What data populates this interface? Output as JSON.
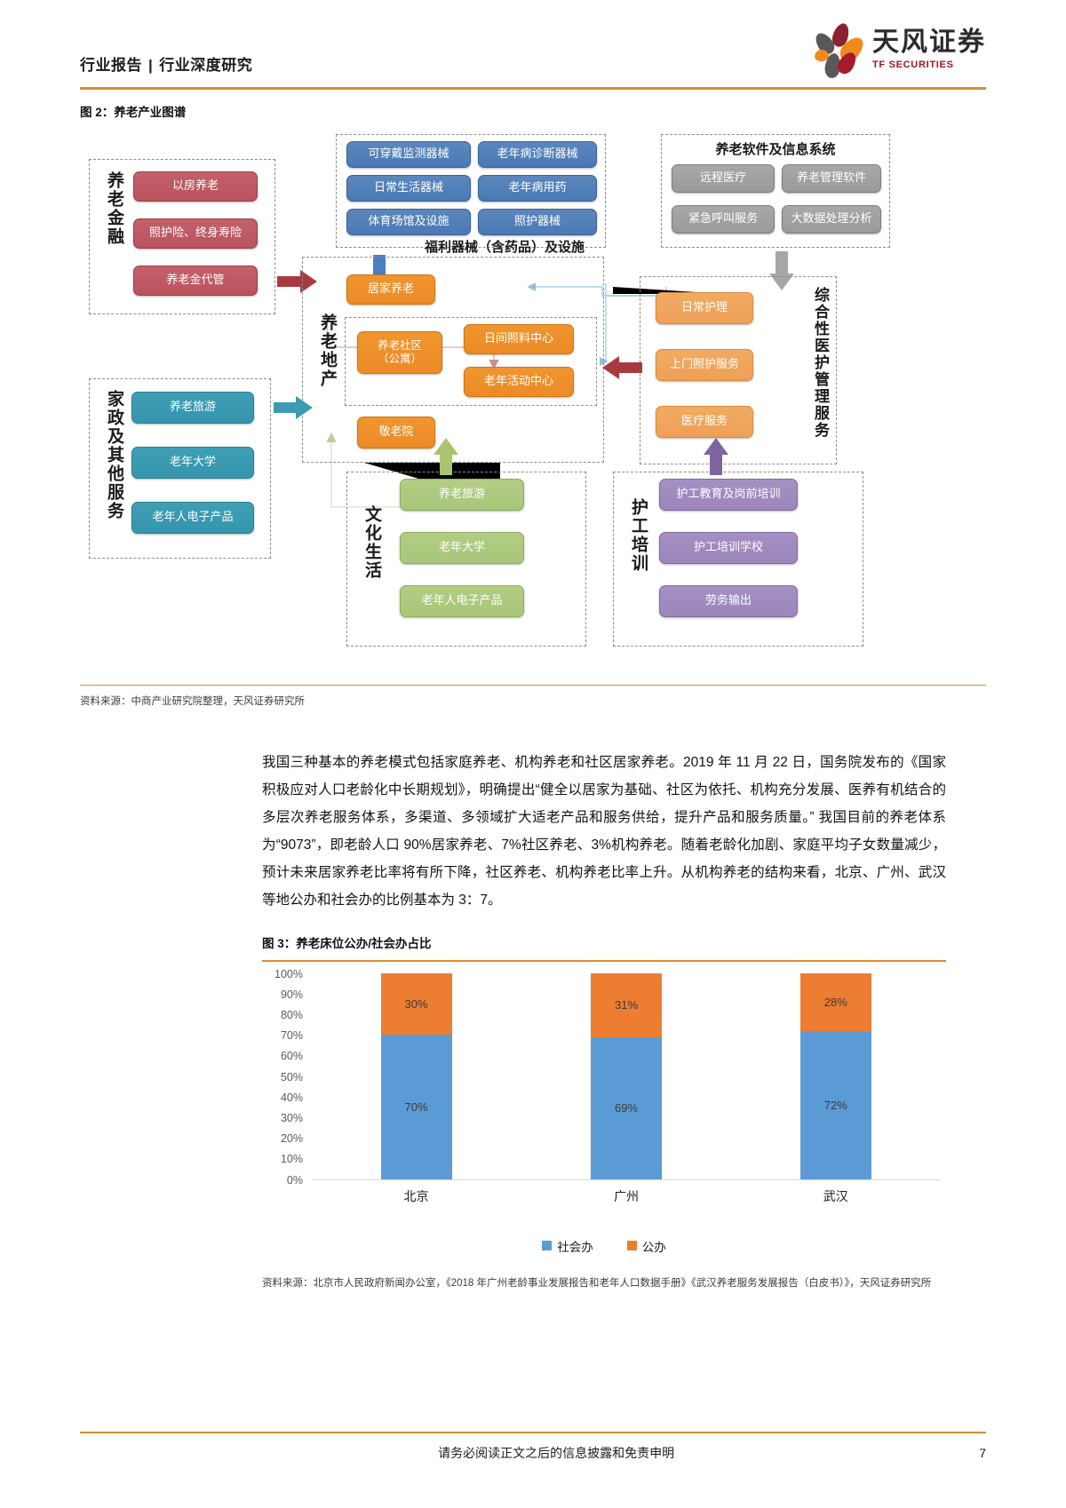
{
  "header": {
    "title_left": "行业报告",
    "separator": "|",
    "title_right": "行业深度研究",
    "logo_cn": "天风证券",
    "logo_en": "TF SECURITIES"
  },
  "figure2": {
    "caption": "图 2：养老产业图谱",
    "source": "资料来源：中商产业研究院整理，天风证券研究所",
    "groups": {
      "finance": {
        "label": "养老金融",
        "items": [
          "以房养老",
          "照护险、终身寿险",
          "养老金代管"
        ]
      },
      "equipment": {
        "title": "福利器械（含药品）及设施",
        "items": [
          "可穿戴监测器械",
          "老年病诊断器械",
          "日常生活器械",
          "老年病用药",
          "体育场馆及设施",
          "照护器械"
        ]
      },
      "software": {
        "title": "养老软件及信息系统",
        "items": [
          "远程医疗",
          "养老管理软件",
          "紧急呼叫服务",
          "大数据处理分析"
        ]
      },
      "realestate": {
        "label": "养老地产",
        "home": "居家养老",
        "community_items": [
          "养老社区（公寓）",
          "日间照料中心",
          "老年活动中心"
        ],
        "nursing_home": "敬老院"
      },
      "medical": {
        "label": "综合性医护管理服务",
        "items": [
          "日常护理",
          "上门照护服务",
          "医疗服务"
        ]
      },
      "housekeeping": {
        "label": "家政及其他服务",
        "items": [
          "养老旅游",
          "老年大学",
          "老年人电子产品"
        ]
      },
      "culture": {
        "label": "文化生活",
        "items": [
          "养老旅游",
          "老年大学",
          "老年人电子产品"
        ]
      },
      "training": {
        "label": "护工培训",
        "items": [
          "护工教育及岗前培训",
          "护工培训学校",
          "劳务输出"
        ]
      }
    }
  },
  "body": {
    "paragraph": "我国三种基本的养老模式包括家庭养老、机构养老和社区居家养老。2019 年 11 月 22 日，国务院发布的《国家积极应对人口老龄化中长期规划》，明确提出“健全以居家为基础、社区为依托、机构充分发展、医养有机结合的多层次养老服务体系，多渠道、多领域扩大适老产品和服务供给，提升产品和服务质量。” 我国目前的养老体系为“9073”，即老龄人口 90%居家养老、7%社区养老、3%机构养老。随着老龄化加剧、家庭平均子女数量减少，预计未来居家养老比率将有所下降，社区养老、机构养老比率上升。从机构养老的结构来看，北京、广州、武汉等地公办和社会办的比例基本为 3：7。"
  },
  "figure3": {
    "caption": "图 3：养老床位公办/社会办占比",
    "source": "资料来源：北京市人民政府新闻办公室，《2018 年广州老龄事业发展报告和老年人口数据手册》《武汉养老服务发展报告（白皮书）》，天风证券研究所"
  },
  "chart_data": {
    "type": "bar",
    "stacked": true,
    "title": "养老床位公办/社会办占比",
    "categories": [
      "北京",
      "广州",
      "武汉"
    ],
    "series": [
      {
        "name": "社会办",
        "values": [
          70,
          69,
          72
        ],
        "labels": [
          "70%",
          "69%",
          "72%"
        ],
        "color": "#5b9bd5"
      },
      {
        "name": "公办",
        "values": [
          30,
          31,
          28
        ],
        "labels": [
          "30%",
          "31%",
          "28%"
        ],
        "color": "#ed7d31"
      }
    ],
    "ylim": [
      0,
      100
    ],
    "yticks": [
      "0%",
      "10%",
      "20%",
      "30%",
      "40%",
      "50%",
      "60%",
      "70%",
      "80%",
      "90%",
      "100%"
    ],
    "ylabel": "",
    "xlabel": "",
    "grid": false,
    "legend_position": "bottom"
  },
  "footer": {
    "note": "请务必阅读正文之后的信息披露和免责申明",
    "page": "7"
  },
  "colors": {
    "accent": "#e08a2e",
    "brand_red": "#a0151f",
    "bar_blue": "#5b9bd5",
    "bar_orange": "#ed7d31"
  }
}
